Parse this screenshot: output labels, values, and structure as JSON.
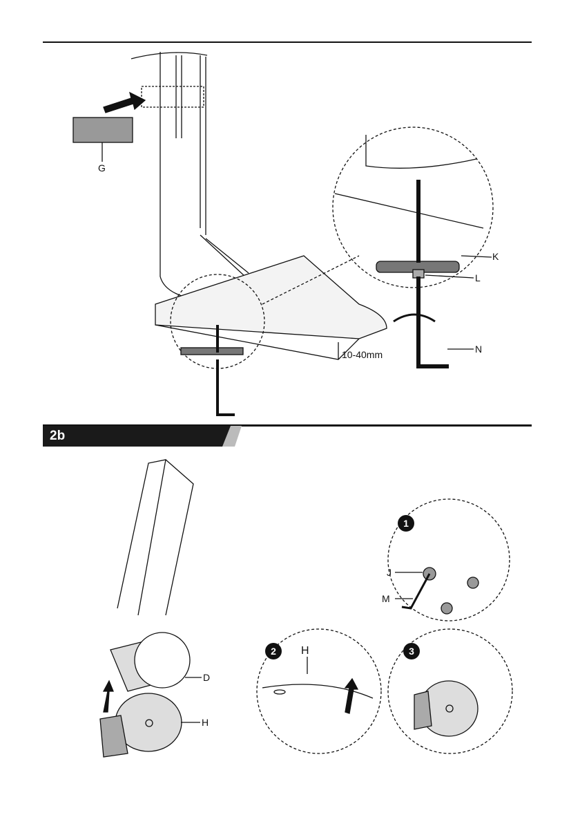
{
  "section": {
    "title": "2b"
  },
  "top_figure": {
    "labels": {
      "G": "G",
      "K": "K",
      "L": "L",
      "N": "N",
      "thickness": "10-40mm"
    }
  },
  "bottom_figure": {
    "labels": {
      "D": "D",
      "H_main": "H",
      "J": "J",
      "M": "M",
      "H_step2": "H"
    },
    "steps": [
      "1",
      "2",
      "3"
    ]
  }
}
